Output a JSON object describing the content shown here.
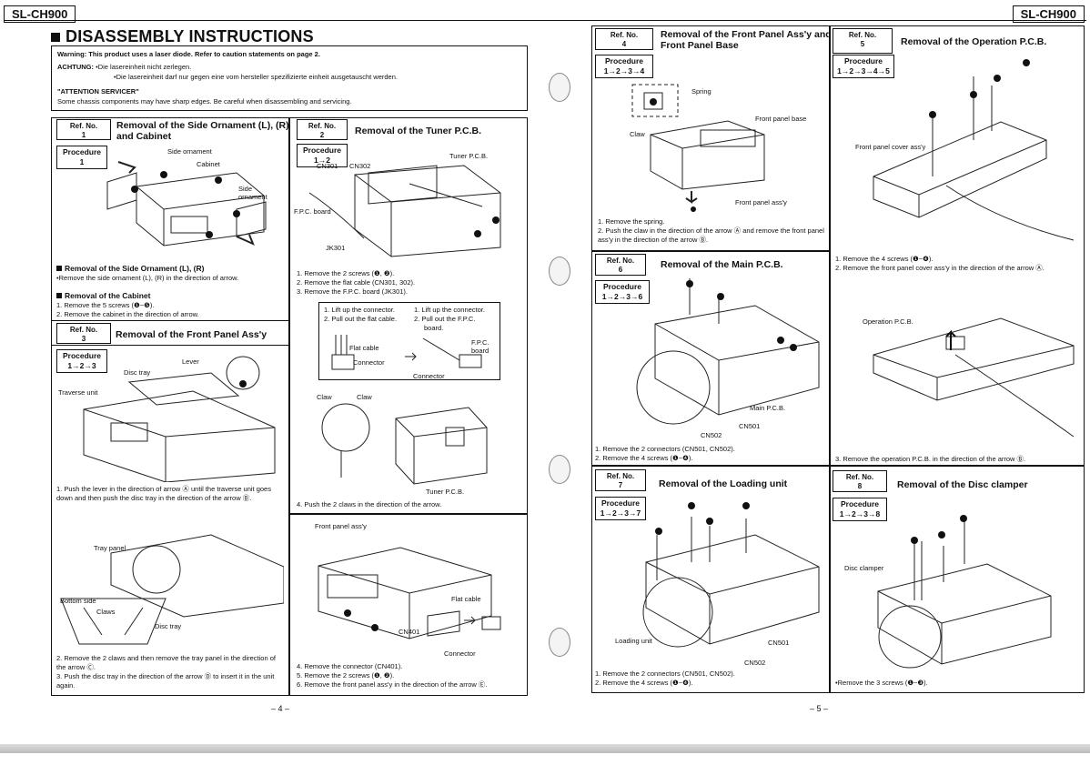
{
  "header": {
    "model_left": "SL-CH900",
    "model_right": "SL-CH900"
  },
  "page_title": "DISASSEMBLY INSTRUCTIONS",
  "warning": {
    "line1": "Warning: This product uses a laser diode. Refer to caution statements on page 2.",
    "achtung_label": "ACHTUNG:",
    "achtung1": "•Die lasereinheit nicht zerlegen.",
    "achtung2": "•Die lasereinheit darf nur gegen eine vom hersteller spezifizierte einheit ausgetauscht werden.",
    "servicer_label": "\"ATTENTION SERVICER\"",
    "servicer_text": "Some chassis components may have sharp edges. Be careful when disassembling and servicing."
  },
  "ref_label": "Ref. No.",
  "procedure_label": "Procedure",
  "sections": {
    "s1": {
      "ref": "1",
      "title_line1": "Removal of the Side Ornament (L), (R)",
      "title_line2": "and Cabinet",
      "procedure": "1",
      "labels": {
        "side_ornament_top": "Side ornament",
        "cabinet": "Cabinet",
        "side_ornament_right": "Side ornament"
      },
      "sub1_title": "Removal of the Side Ornament (L), (R)",
      "sub1_text": "•Remove the side ornament (L), (R) in the direction of arrow.",
      "sub2_title": "Removal of the Cabinet",
      "sub2_step1": "1. Remove the 5 screws (❶~❺).",
      "sub2_step2": "2. Remove the cabinet in the direction of arrow."
    },
    "s2": {
      "ref": "2",
      "title": "Removal of the Tuner P.C.B.",
      "procedure": "1→2",
      "labels": {
        "cn301": "CN301",
        "cn302": "CN302",
        "tuner_pcb": "Tuner P.C.B.",
        "fpc_board": "F.P.C. board",
        "jk301": "JK301",
        "flat_cable": "Flat cable",
        "connector": "Connector",
        "fpc_board2": "F.P.C. board",
        "connector2": "Connector",
        "claw1": "Claw",
        "claw2": "Claw",
        "tuner_pcb2": "Tuner P.C.B."
      },
      "step1": "1. Remove the 2 screws (❶, ❷).",
      "step2": "2. Remove the flat cable (CN301, 302).",
      "step3": "3. Remove the F.P.C. board (JK301).",
      "inset_a1": "1. Lift up the connector.",
      "inset_a2": "2. Pull out the flat cable.",
      "inset_b1": "1. Lift up the connector.",
      "inset_b2": "2. Pull out the F.P.C.",
      "inset_b3": "board.",
      "step4": "4. Push the 2 claws in the direction of the arrow."
    },
    "s3": {
      "ref": "3",
      "title": "Removal of the Front Panel Ass'y",
      "procedure": "1→2→3",
      "labels": {
        "lever": "Lever",
        "disc_tray": "Disc tray",
        "traverse_unit": "Traverse unit",
        "tray_panel": "Tray panel",
        "bottom_side": "Bottom side",
        "claws": "Claws",
        "disc_tray2": "Disc tray"
      },
      "step1": "1. Push the lever in the direction of arrow Ⓐ until the traverse unit goes down and then push the disc tray in the direction of the arrow Ⓑ.",
      "step2": "2. Remove the 2 claws and then remove the tray panel in the direction of the arrow Ⓒ.",
      "step3": "3. Push the disc tray in the direction of the arrow Ⓓ to insert it in the unit again."
    },
    "s3b": {
      "labels": {
        "front_panel_assy": "Front panel ass'y",
        "flat_cable": "Flat cable",
        "cn401": "CN401",
        "connector": "Connector"
      },
      "step4": "4. Remove the connector (CN401).",
      "step5": "5. Remove the 2 screws (❶, ❷).",
      "step6": "6. Remove the front panel ass'y in the direction of the arrow Ⓔ."
    },
    "s4": {
      "ref": "4",
      "title_line1": "Removal of the Front Panel Ass'y and",
      "title_line2": "Front Panel Base",
      "procedure": "1→2→3→4",
      "labels": {
        "spring": "Spring",
        "front_panel_base": "Front panel base",
        "claw": "Claw",
        "front_panel_assy": "Front panel ass'y"
      },
      "step1": "1. Remove the spring.",
      "step2": "2. Push the claw in the direction of the arrow Ⓐ and remove the front panel ass'y in the direction of the arrow Ⓑ."
    },
    "s5": {
      "ref": "5",
      "title": "Removal of the Operation P.C.B.",
      "procedure": "1→2→3→4→5",
      "labels": {
        "front_panel_cover": "Front panel cover ass'y",
        "operation_pcb": "Operation P.C.B."
      },
      "step1": "1. Remove the 4 screws (❶~❹).",
      "step2": "2. Remove the front panel cover ass'y in the direction of the arrow Ⓐ.",
      "step3": "3. Remove the operation P.C.B. in the direction of the arrow Ⓑ."
    },
    "s6": {
      "ref": "6",
      "title": "Removal of the Main P.C.B.",
      "procedure": "1→2→3→6",
      "labels": {
        "main_pcb": "Main P.C.B.",
        "cn501": "CN501",
        "cn502": "CN502"
      },
      "step1": "1. Remove the 2 connectors (CN501, CN502).",
      "step2": "2. Remove the 4 screws (❶~❹)."
    },
    "s7": {
      "ref": "7",
      "title": "Removal of the Loading unit",
      "procedure": "1→2→3→7",
      "labels": {
        "loading_unit": "Loading unit",
        "cn501": "CN501",
        "cn502": "CN502"
      },
      "step1": "1. Remove the 2 connectors (CN501, CN502).",
      "step2": "2. Remove the 4 screws (❶~❹)."
    },
    "s8": {
      "ref": "8",
      "title": "Removal of the Disc clamper",
      "procedure": "1→2→3→8",
      "labels": {
        "disc_clamper": "Disc clamper"
      },
      "step1": "•Remove the 3 screws (❶~❸)."
    }
  },
  "page_numbers": {
    "left": "– 4 –",
    "right": "– 5 –"
  }
}
